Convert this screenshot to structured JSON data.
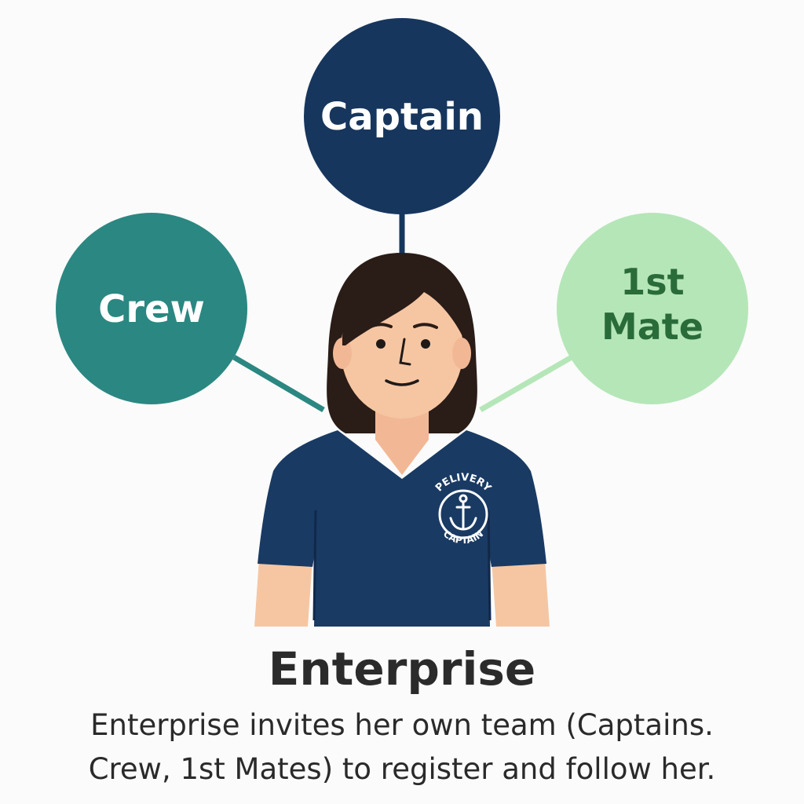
{
  "nodes": {
    "captain": {
      "label": "Captain",
      "fill": "#17365d",
      "text_color": "#ffffff"
    },
    "crew": {
      "label": "Crew",
      "fill": "#2b8781",
      "text_color": "#ffffff"
    },
    "mate": {
      "line1": "1st",
      "line2": "Mate",
      "fill": "#b5e6b8",
      "text_color": "#2a6b3a"
    }
  },
  "connectors": {
    "captain_color": "#17365d",
    "crew_color": "#2b8781",
    "mate_color": "#b5e6b8"
  },
  "person": {
    "shirt_color": "#193a63",
    "skin_color": "#f6c6a3",
    "hair_color": "#2a1c17",
    "logo": {
      "top_text": "PELIVERY",
      "bottom_text": "CAPTAIN"
    }
  },
  "caption": {
    "title": "Enterprise",
    "description_line1": "Enterprise invites her own team (Captains.",
    "description_line2": "Crew, 1st Mates) to register and follow her."
  }
}
